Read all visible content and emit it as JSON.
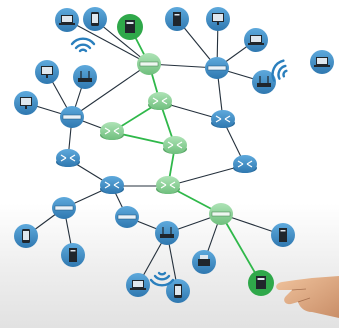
{
  "colors": {
    "background": "#ffffff",
    "floor": "#e4e4e4",
    "link": "#24303c",
    "active_link": "#2fb84a",
    "blue_node": "#3f8fc4",
    "green_node": "#8fd19a",
    "endpoint_active": "#2fa84a",
    "device_body": "#20262c",
    "hand_skin": "#e8b58e"
  },
  "legend_semantics": {
    "router": "router-icon",
    "switch": "switch-icon",
    "device": "device-icon",
    "wifi": "wifi-icon",
    "hand": "pointing-hand"
  },
  "active_route": [
    "n-top-pc",
    "n-switch-top",
    "n-router-g1",
    "n-router-g2",
    "n-router-g3",
    "n-router-g4",
    "n-router-g5",
    "n-switch-g6",
    "n-end-pc"
  ]
}
